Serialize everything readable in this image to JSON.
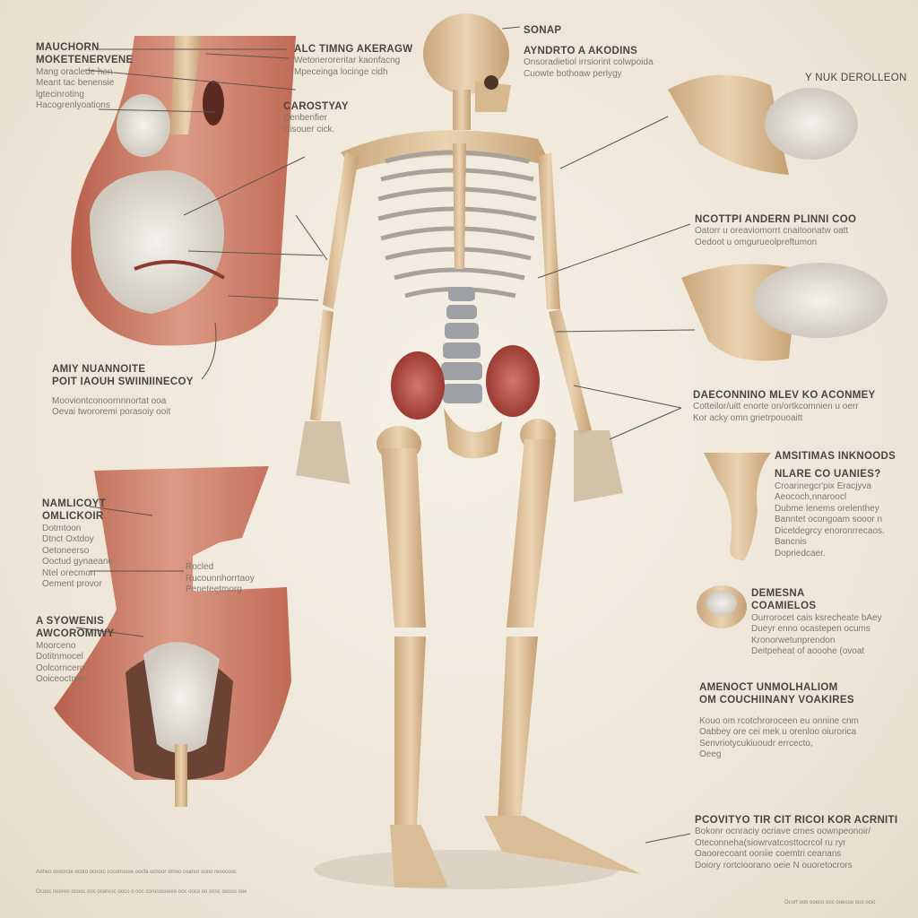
{
  "labels": {
    "top_left": {
      "heading": [
        "MAUCHORN",
        "MOKETENERVENE"
      ],
      "lines": [
        "Mang oraclede hen",
        "Meant tac benensie",
        "lgtecinroting",
        "Hacogrenlyoations"
      ]
    },
    "top_center": {
      "heading": "ALC TIMNG AKERAGW",
      "lines": [
        "Wetoneroreritar kaonfacng",
        "Mpeceinga locinge cidh"
      ]
    },
    "carostyay": {
      "heading": "CAROSTYAY",
      "lines": [
        "Denbenfier",
        "Disouer cick."
      ]
    },
    "skull": {
      "heading": "SONAP"
    },
    "top_right": {
      "heading": "AYNDRTO A AKODINS",
      "lines": [
        "Onsoradietiol irrsiorint colwpoida",
        "Cuowte bothoaw perlygy"
      ]
    },
    "far_right": {
      "heading": "Y NUK DEROLLEON"
    },
    "right_1": {
      "heading": "NCOTTPI ANDERN PLINNI COO",
      "lines": [
        "Oatorr u oreaviomorrt cnaitoonatw oatt",
        "Oedoot u omgurueolpreftumon"
      ]
    },
    "right_2": {
      "heading": "DAECONNINO MLEV KO ACONMEY",
      "lines": [
        "Cotteilor/uitt enorte on/ortkcomnien u oerr",
        "Kor acky omn grietrpouoaitt"
      ]
    },
    "right_3": {
      "heading": [
        "AMSITIMAS INKNOODS",
        "NLARE CO UANIES?"
      ],
      "lines": [
        "Croarinegcr'pix   Eracjyva",
        "Aeococh,nnaroocl",
        "Dubme lenems orelenthey",
        "Banntet ocongoam sooor n",
        "Dicetdegrcy enoronrrecaos.",
        "Bancnis",
        "Dopriedcaer."
      ]
    },
    "right_4": {
      "heading": [
        "DEMESNA",
        "COAMIELOS"
      ],
      "lines": [
        "Ourrorocet cais ksrecheate bAey",
        "Dueyr enno ocastepen ocums",
        "Kronorwetunprendon",
        "Deitpeheat of aooohe (ovoat"
      ]
    },
    "right_5": {
      "heading": [
        "AMENOCT UNMOLHALIOM",
        "OM COUCHIINANY VOAKIRES"
      ],
      "lines": [
        "Kouo om rcotchroroceen eu onnine cnm",
        "Oabbey ore cei mek u orenloo oiurorica",
        "Senvriotycukiuoudr errcecto,",
        "Oeeg"
      ]
    },
    "right_6": {
      "heading": "PCOVITYO TIR CIT RICOI KOR ACRNITI",
      "lines": [
        "Bokonr ocnraciy ocriave cmes oownpeonoir/",
        "Oteconneha(siowrvatcosttocrcol ru ryr",
        "Oaoorecoant ooniie coemtri ceanans",
        "Doiory rortcioorano oeie N ouoretocrors"
      ]
    },
    "left_mid": {
      "heading": [
        "AMIY NUANNOITE",
        "POIT IAOUH SWIINIINECOY"
      ],
      "lines": [
        "Mooviontconoornnnortat ooa",
        "Oevai twororemi porasoiy ooit"
      ]
    },
    "left_low": {
      "heading": [
        "NAMLICOYT",
        "OMLICKOIR"
      ],
      "lines": [
        "Dotmtoon",
        "Dtnct Oxtdoy",
        "Oetoneerso",
        "Ooctud gynaeane",
        "Ntel orecmon",
        "Oement provor"
      ]
    },
    "rocled": {
      "heading": "Rocled",
      "lines": [
        "Rucounnhorrtaoy",
        "Peneteetmorg"
      ]
    },
    "left_bottom": {
      "heading": [
        "A SYOWENIS",
        "AWCOROMIWY"
      ],
      "lines": [
        "Moorceno",
        "Dotitnmocel",
        "Oolcorncero",
        "Ooiceoctnon"
      ]
    },
    "footer_left": [
      "Aoheo onocrcie ocoto ocnorc cocorrosoe oocfa ocnoor orrioo coanor oono reoocooc",
      "Ocooc nooreo ocooc ooc ocerooc ooco o ooc corocoooeeo ooc ooco oo ocnc oocoo ooe"
    ],
    "footer_right": "Ocorf ooo ooeco ooc ooecoo ooo ocio"
  },
  "colors": {
    "background": "#eee7da",
    "bone": "#dcc19a",
    "muscle": "#c8725e",
    "cartilage": "#e9e4dc",
    "spine": "#9ea2a6",
    "kidney": "#b5483f",
    "text": "#6f6a63"
  }
}
